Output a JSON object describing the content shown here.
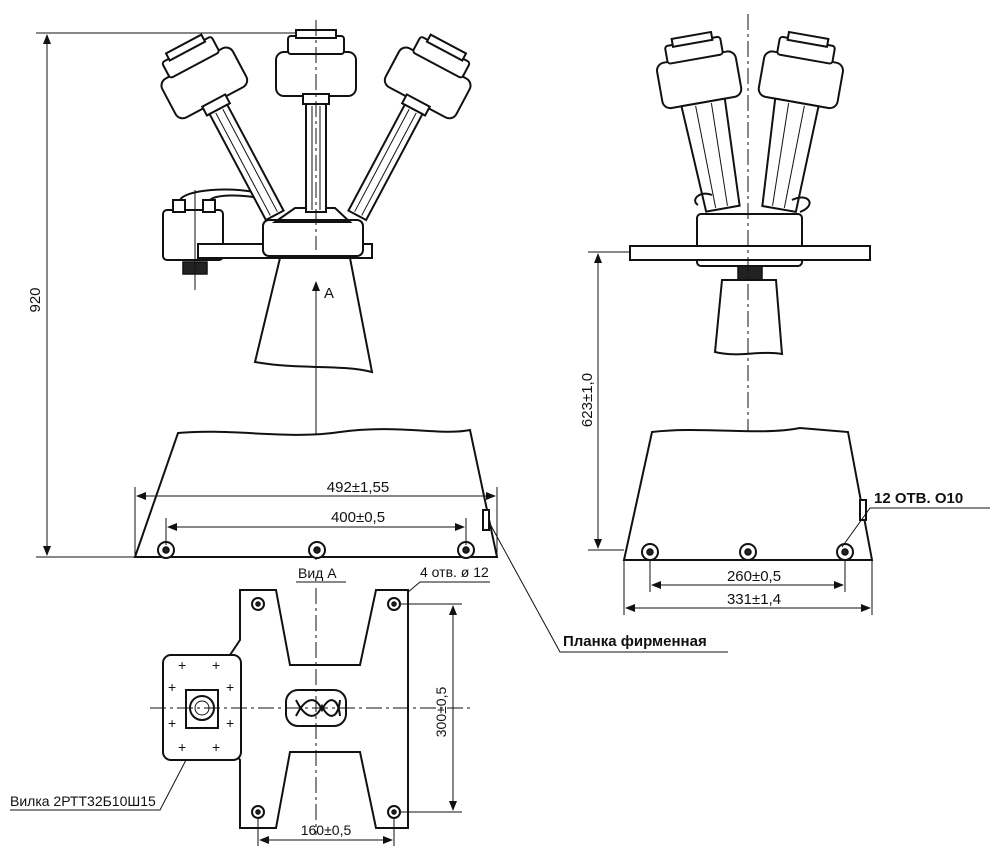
{
  "drawing": {
    "front_view": {
      "height_dim": "920",
      "arrow_label": "A",
      "dim_outer": "492±1,55",
      "dim_inner": "400±0,5"
    },
    "side_view": {
      "height_dim": "623±1,0",
      "holes_note": "12 ОТВ. O10",
      "dim_inner": "260±0,5",
      "dim_outer": "331±1,4"
    },
    "view_a": {
      "title": "Вид А",
      "holes_note": "4 отв. ø 12",
      "dim_height": "300±0,5",
      "dim_width": "160±0,5"
    },
    "callouts": {
      "nameplate": "Планка  фирменная",
      "connector": "Вилка 2РТТ32Б10Ш15"
    }
  }
}
